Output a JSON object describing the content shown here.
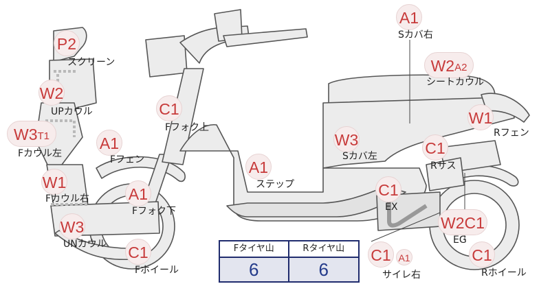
{
  "parts": [
    {
      "id": "s-cover-right",
      "label": "Sカバ右",
      "grade": "A1",
      "grade2": ""
    },
    {
      "id": "screen",
      "label": "スクリーン",
      "grade": "P2",
      "grade2": ""
    },
    {
      "id": "seat-cowl",
      "label": "シートカウル",
      "grade": "W2",
      "grade2": "A2"
    },
    {
      "id": "up-cowl",
      "label": "UPカウル",
      "grade": "W2",
      "grade2": ""
    },
    {
      "id": "f-fork-upper",
      "label": "Fフォク上",
      "grade": "C1",
      "grade2": ""
    },
    {
      "id": "r-fender",
      "label": "Rフェン",
      "grade": "W1",
      "grade2": ""
    },
    {
      "id": "f-cowl-left",
      "label": "Fカウル左",
      "grade": "W3",
      "grade2": "T1"
    },
    {
      "id": "f-fender",
      "label": "Fフェン",
      "grade": "A1",
      "grade2": ""
    },
    {
      "id": "s-cover-left",
      "label": "Sカバ左",
      "grade": "W3",
      "grade2": ""
    },
    {
      "id": "r-suspension",
      "label": "Rサス",
      "grade": "C1",
      "grade2": ""
    },
    {
      "id": "step",
      "label": "ステップ",
      "grade": "A1",
      "grade2": ""
    },
    {
      "id": "f-cowl-right",
      "label": "Fカウル右",
      "grade": "W1",
      "grade2": ""
    },
    {
      "id": "f-fork-lower",
      "label": "Fフォク下",
      "grade": "A1",
      "grade2": ""
    },
    {
      "id": "exhaust",
      "label": "EX",
      "grade": "C1",
      "grade2": ""
    },
    {
      "id": "engine",
      "label": "EG",
      "grade": "W2",
      "grade2": "C1"
    },
    {
      "id": "un-cowl",
      "label": "UNカウル",
      "grade": "W3",
      "grade2": ""
    },
    {
      "id": "f-wheel",
      "label": "Fホイール",
      "grade": "C1",
      "grade2": ""
    },
    {
      "id": "silencer-right",
      "label": "サイレ右",
      "grade": "C1",
      "grade2": "A1"
    },
    {
      "id": "r-wheel",
      "label": "Rホイール",
      "grade": "C1",
      "grade2": ""
    }
  ],
  "tire_table": {
    "f_header": "Fタイヤ山",
    "r_header": "Rタイヤ山",
    "f_value": "6",
    "r_value": "6"
  }
}
